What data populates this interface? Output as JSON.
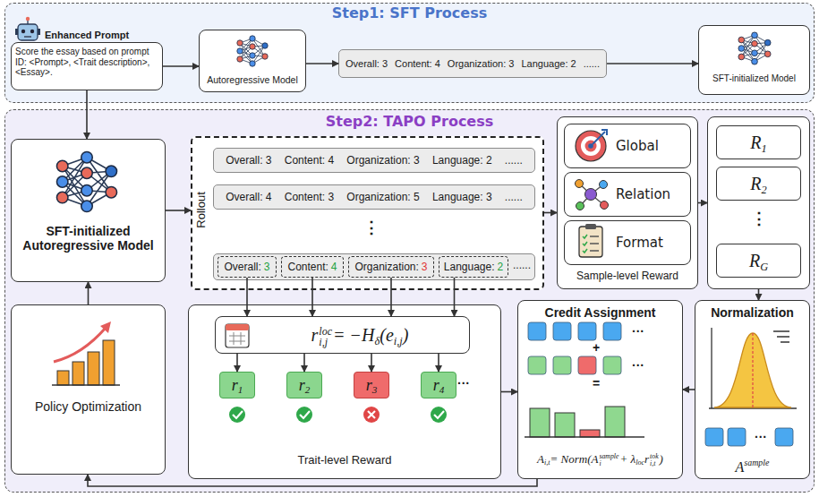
{
  "diagram": {
    "nodes": [
      {
        "text": [
          "Step1: SFT Process"
        ]
      },
      {
        "text": [
          "Enhanced Prompt",
          "Score the essay based on prompt ID: <Prompt>, <Trait description>, <Essay>."
        ],
        "in": 0
      },
      {
        "text": [
          "Autoregressive Model"
        ],
        "in": 0
      },
      {
        "text": [
          "Overall: 3",
          "Content: 4",
          "Organization: 3",
          "Language: 2",
          "......"
        ],
        "in": 0
      },
      {
        "text": [
          "SFT-initialized Model"
        ],
        "in": 0
      },
      {
        "text": [
          "Step2: TAPO Process"
        ]
      },
      {
        "text": [
          "SFT-initialized Autoregressive Model"
        ],
        "in": 5
      },
      {
        "text": [
          "Rollout",
          "⋮"
        ],
        "in": 5
      },
      {
        "text": [
          "Overall: 3",
          "Content: 4",
          "Organization: 3",
          "Language: 2",
          "......"
        ],
        "in": 7
      },
      {
        "text": [
          "Overall: 4",
          "Content: 3",
          "Organization: 5",
          "Language: 3",
          "......"
        ],
        "in": 7
      },
      {
        "text": [
          "......"
        ],
        "in": 7
      },
      {
        "text": [
          "Overall:",
          "3"
        ],
        "in": 10
      },
      {
        "text": [
          "Content:",
          "4"
        ],
        "in": 10
      },
      {
        "text": [
          "Organization:",
          "3"
        ],
        "in": 10
      },
      {
        "text": [
          "Language:",
          "2"
        ],
        "in": 10
      },
      {
        "text": [
          "Sample-level Reward"
        ],
        "in": 5
      },
      {
        "text": [
          "Global"
        ],
        "in": 15
      },
      {
        "text": [
          "Relation"
        ],
        "in": 15
      },
      {
        "text": [
          "Format"
        ],
        "in": 15
      },
      {
        "text": [
          "⋮"
        ],
        "in": 5
      },
      {
        "text": [
          "R",
          "1"
        ],
        "in": 19
      },
      {
        "text": [
          "R",
          "2"
        ],
        "in": 19
      },
      {
        "text": [
          "R",
          "G"
        ],
        "in": 19
      },
      {
        "text": [
          "Policy Optimization"
        ],
        "in": 5
      },
      {
        "text": [
          "Trait-level Reward",
          "···"
        ],
        "in": 5
      },
      {
        "text": [
          "r",
          "loc",
          "i,j",
          "= −H",
          "δ",
          "(e",
          "i,j",
          ")"
        ],
        "in": 24
      },
      {
        "text": [
          "r",
          "1"
        ],
        "in": 24
      },
      {
        "text": [
          "r",
          "2"
        ],
        "in": 24
      },
      {
        "text": [
          "r",
          "3"
        ],
        "in": 24
      },
      {
        "text": [
          "r",
          "4"
        ],
        "in": 24
      },
      {
        "text": [
          "Credit Assignment",
          "···",
          "+",
          "···",
          "=",
          "A",
          "i,t",
          "= Norm(A",
          "sample",
          "i",
          "+ λ",
          "loc",
          "r",
          "tok",
          "i,t",
          ")"
        ],
        "in": 5
      },
      {
        "text": [
          "Normalization",
          "···",
          "A",
          "sample"
        ],
        "in": 5
      }
    ],
    "edges": [
      {
        "from": 1,
        "to": 2,
        "arrow": "to"
      },
      {
        "from": 2,
        "to": 3,
        "arrow": "to"
      },
      {
        "from": 3,
        "to": 4,
        "arrow": "to"
      },
      {
        "from": 1,
        "to": 6,
        "arrow": "to"
      },
      {
        "from": 6,
        "to": 7,
        "arrow": "to"
      },
      {
        "from": 7,
        "to": 15,
        "arrow": "to"
      },
      {
        "from": 15,
        "to": 19,
        "arrow": "to"
      },
      {
        "from": 19,
        "to": 31,
        "arrow": "to"
      },
      {
        "from": 31,
        "to": 30,
        "arrow": "to"
      },
      {
        "from": 24,
        "to": 30,
        "arrow": "to"
      },
      {
        "from": 30,
        "to": 23,
        "arrow": "to"
      },
      {
        "from": 23,
        "to": 6,
        "arrow": "to"
      },
      {
        "from": 11,
        "to": 25,
        "arrow": "to"
      },
      {
        "from": 12,
        "to": 25,
        "arrow": "to"
      },
      {
        "from": 13,
        "to": 25,
        "arrow": "to"
      },
      {
        "from": 14,
        "to": 25,
        "arrow": "to"
      },
      {
        "from": 25,
        "to": 26,
        "arrow": "to"
      },
      {
        "from": 25,
        "to": 27,
        "arrow": "to"
      },
      {
        "from": 25,
        "to": 28,
        "arrow": "to"
      },
      {
        "from": 25,
        "to": 29,
        "arrow": "to"
      }
    ]
  }
}
